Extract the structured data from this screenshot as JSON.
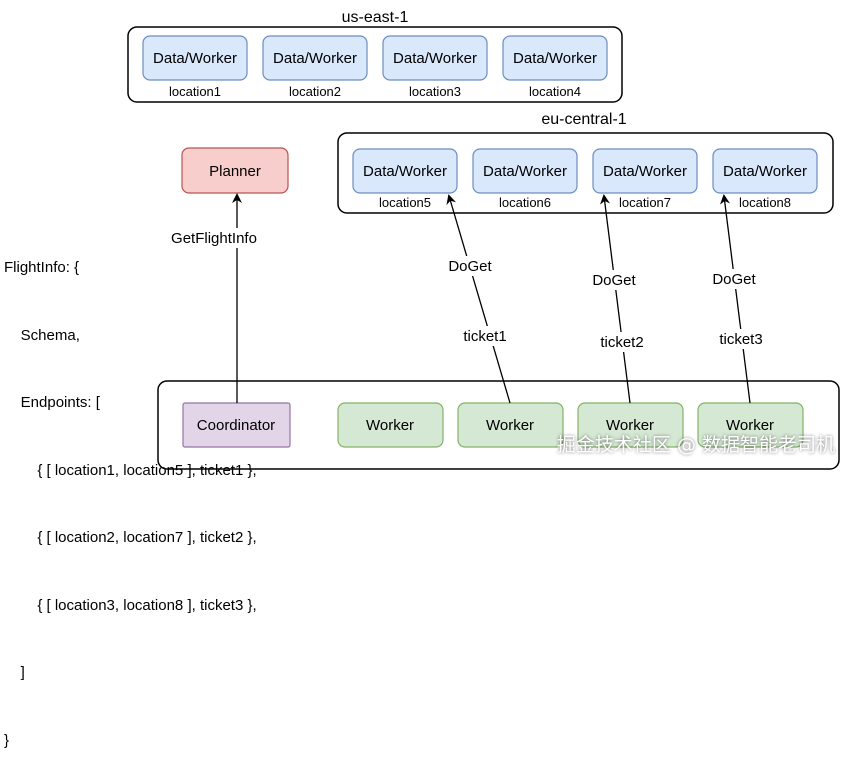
{
  "regions": {
    "us_east": "us-east-1",
    "eu_central": "eu-central-1"
  },
  "data_worker_label": "Data/Worker",
  "locations": [
    "location1",
    "location2",
    "location3",
    "location4",
    "location5",
    "location6",
    "location7",
    "location8"
  ],
  "planner": "Planner",
  "coordinator": "Coordinator",
  "worker_label": "Worker",
  "edges": {
    "get_flight_info": "GetFlightInfo",
    "doget": "DoGet",
    "tickets": [
      "ticket1",
      "ticket2",
      "ticket3"
    ]
  },
  "flight_info_lines": [
    "FlightInfo: {",
    "    Schema,",
    "    Endpoints: [",
    "        { [ location1, location5 ], ticket1 },",
    "        { [ location2, location7 ], ticket2 },",
    "        { [ location3, location8 ], ticket3 },",
    "    ]",
    "}"
  ],
  "watermark": "掘金技术社区 @ 数据智能老司机",
  "colors": {
    "data_worker_fill": "#dae8fc",
    "data_worker_stroke": "#6c8ebf",
    "planner_fill": "#f8cecc",
    "planner_stroke": "#b85450",
    "coordinator_fill": "#e1d5e7",
    "coordinator_stroke": "#9673a6",
    "worker_fill": "#d5e8d4",
    "worker_stroke": "#82b366"
  }
}
